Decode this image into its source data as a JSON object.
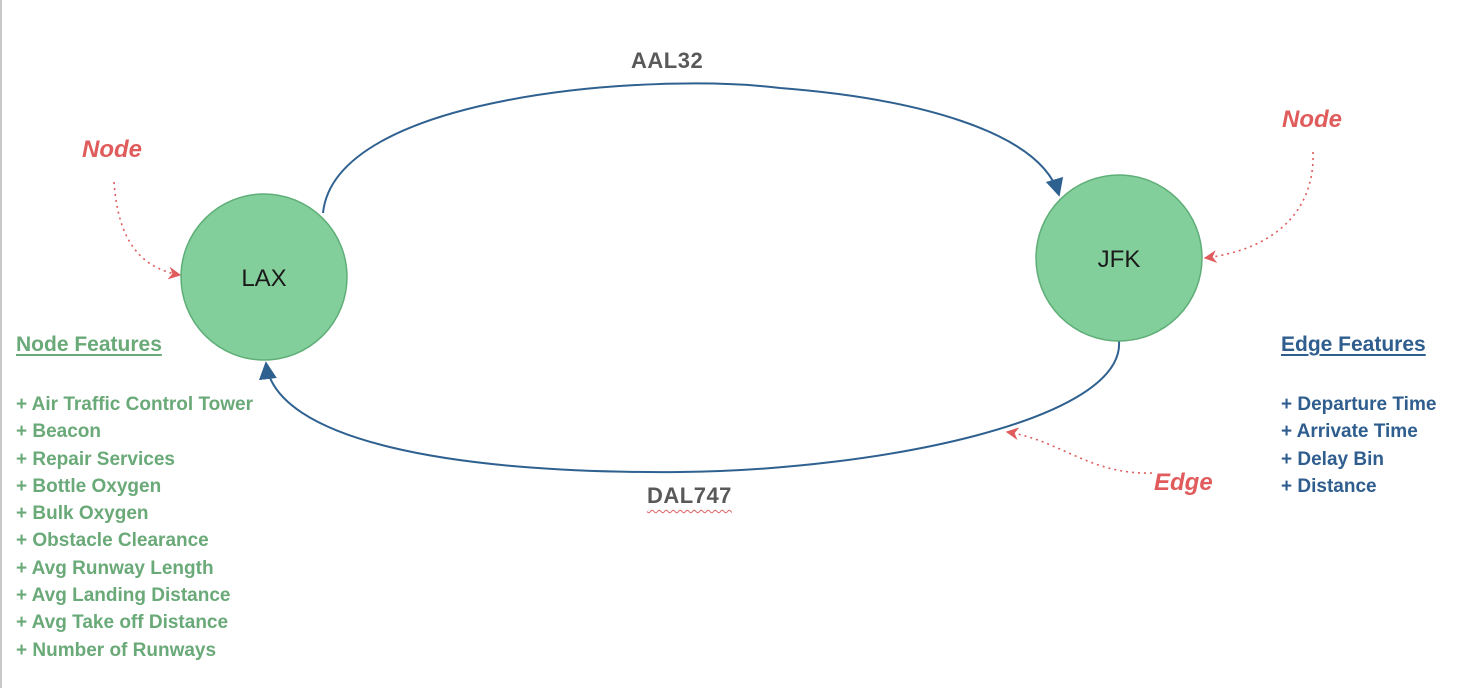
{
  "diagram": {
    "nodes": [
      {
        "id": "lax",
        "label": "LAX",
        "color": "#83cf9b"
      },
      {
        "id": "jfk",
        "label": "JFK",
        "color": "#83cf9b"
      }
    ],
    "edges": [
      {
        "label": "AAL32",
        "from": "LAX",
        "to": "JFK"
      },
      {
        "label": "DAL747",
        "from": "JFK",
        "to": "LAX"
      }
    ],
    "callouts": {
      "node_left": "Node",
      "node_right": "Node",
      "edge": "Edge"
    }
  },
  "node_features": {
    "heading": "Node Features",
    "items": [
      "+ Air Traffic Control Tower",
      "+ Beacon",
      "+ Repair Services",
      "+ Bottle Oxygen",
      "+ Bulk Oxygen",
      "+ Obstacle Clearance",
      "+ Avg Runway Length",
      "+ Avg Landing Distance",
      "+ Avg Take off Distance",
      "+ Number of Runways"
    ]
  },
  "edge_features": {
    "heading": "Edge Features",
    "items": [
      "+ Departure Time",
      "+ Arrivate Time",
      "+ Delay Bin",
      "+ Distance"
    ]
  },
  "colors": {
    "node_fill": "#83cf9b",
    "node_stroke": "#5fae78",
    "edge_stroke": "#2f6190",
    "callout": "#e05c5c",
    "node_features": "#6aa978",
    "edge_features": "#2e5d8e",
    "edge_label": "#595959"
  }
}
